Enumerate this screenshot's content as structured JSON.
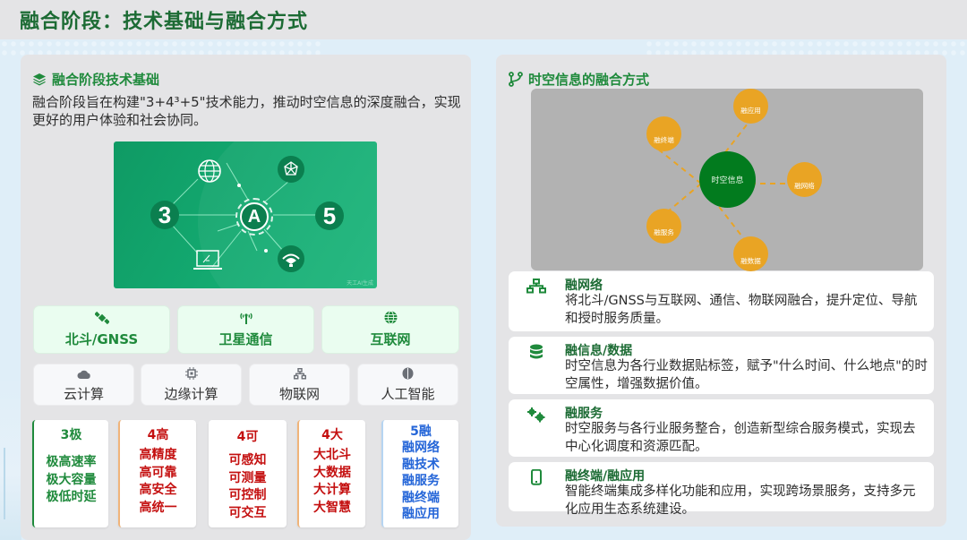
{
  "page": {
    "title": "融合阶段：技术基础与融合方式"
  },
  "left_panel": {
    "title": "融合阶段技术基础",
    "title_icon": "layers-icon",
    "intro": "融合阶段旨在构建\"3+4³+5\"技术能力，推动时空信息的深度融合，实现更好的用户体验和社会协同。",
    "hero": {
      "left_number": "3",
      "center_letter": "A",
      "right_number": "5",
      "watermark": "天工AI生成",
      "nodes": [
        "globe-icon",
        "network-sphere-icon",
        "laptop-icon",
        "satellite-dish-icon"
      ]
    },
    "primary_tech": [
      {
        "label": "北斗/GNSS",
        "icon": "satellite-icon"
      },
      {
        "label": "卫星通信",
        "icon": "antenna-icon"
      },
      {
        "label": "互联网",
        "icon": "globe-icon"
      }
    ],
    "secondary_tech": [
      {
        "label": "云计算",
        "icon": "cloud-icon"
      },
      {
        "label": "边缘计算",
        "icon": "chip-icon"
      },
      {
        "label": "物联网",
        "icon": "network-icon"
      },
      {
        "label": "人工智能",
        "icon": "brain-icon"
      }
    ],
    "features": [
      {
        "head": "3极",
        "items": [
          "极高速率",
          "极大容量",
          "极低时延"
        ],
        "color": "#1f8a3c"
      },
      {
        "head": "4高",
        "items": [
          "高精度",
          "高可靠",
          "高安全",
          "高统一"
        ],
        "color": "#c40f0f"
      },
      {
        "head": "4可",
        "items": [
          "可感知",
          "可测量",
          "可控制",
          "可交互"
        ],
        "color": "#c40f0f"
      },
      {
        "head": "4大",
        "items": [
          "大北斗",
          "大数据",
          "大计算",
          "大智慧"
        ],
        "color": "#c40f0f"
      },
      {
        "head": "5融",
        "items": [
          "融网络",
          "融技术",
          "融服务",
          "融终端",
          "融应用"
        ],
        "color": "#2566d8"
      }
    ]
  },
  "right_panel": {
    "title": "时空信息的融合方式",
    "title_icon": "branch-icon",
    "diagram": {
      "center": "时空信息",
      "center_color": "#027b1e",
      "node_color": "#e9a424",
      "nodes": [
        "融应用",
        "融终端",
        "融网络",
        "融服务",
        "融数据"
      ]
    },
    "cards": [
      {
        "title": "融网络",
        "icon": "network-icon",
        "desc": "将北斗/GNSS与互联网、通信、物联网融合，提升定位、导航和授时服务质量。"
      },
      {
        "title": "融信息/数据",
        "icon": "database-icon",
        "desc": "时空信息为各行业数据贴标签，赋予\"什么时间、什么地点\"的时空属性，增强数据价值。"
      },
      {
        "title": "融服务",
        "icon": "gears-icon",
        "desc": "时空服务与各行业服务整合，创造新型综合服务模式，实现去中心化调度和资源匹配。"
      },
      {
        "title": "融终端/融应用",
        "icon": "mobile-icon",
        "desc": "智能终端集成多样化功能和应用，实现跨场景服务，支持多元化应用生态系统建设。"
      }
    ]
  },
  "colors": {
    "title_green": "#1c6b34",
    "accent_green": "#1f8a3c",
    "red": "#c40f0f",
    "blue": "#2566d8",
    "orange": "#e9a424"
  }
}
